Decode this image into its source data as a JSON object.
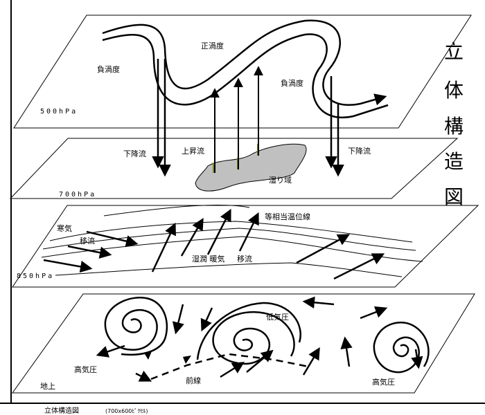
{
  "title_chars": [
    "立",
    "体",
    "構",
    "造",
    "図"
  ],
  "levels": {
    "l500": "500hPa",
    "l700": "700hPa",
    "l850": "850hPa",
    "surface": "地上"
  },
  "labels": {
    "positive_vorticity": "正渦度",
    "negative_vorticity_left": "負渦度",
    "negative_vorticity_right": "負渦度",
    "downflow_left": "下降流",
    "upflow": "上昇流",
    "downflow_right": "下降流",
    "moist_area": "湿り域",
    "cold_air": "寒気",
    "cold_advection": "移流",
    "equiv_potential_temp": "等相当温位線",
    "warm_moist": "湿潤 暖気",
    "warm_advection": "移流",
    "low_pressure": "低気圧",
    "high_pressure_left": "高気圧",
    "front": "前線",
    "high_pressure_right": "高気圧"
  },
  "caption": {
    "title": "立体構造図",
    "size": "(700x600ﾋﾟｸｾﾙ)"
  },
  "colors": {
    "ink": "#000000",
    "moist_fill": "#c0c0c0",
    "updraft_core": "#7a8a2a"
  }
}
